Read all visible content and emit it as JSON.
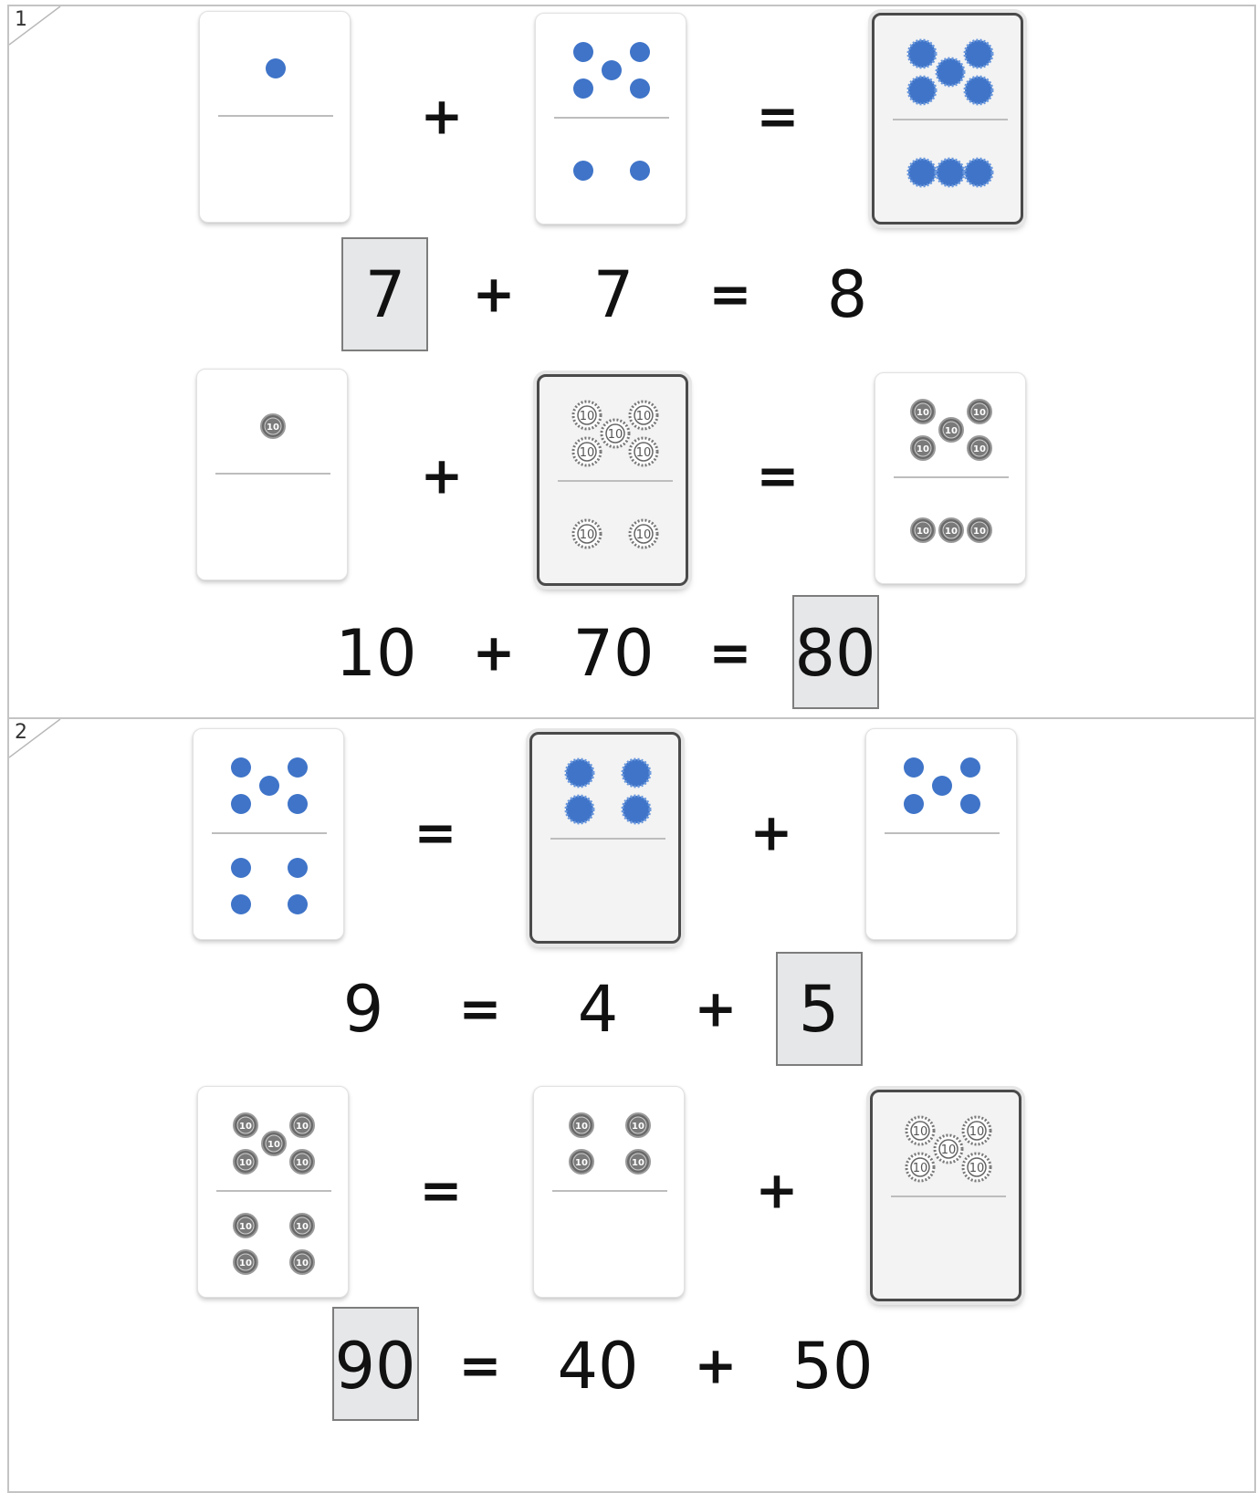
{
  "problems": [
    {
      "number": "1",
      "row1": {
        "a": "7",
        "op": "+",
        "b": "7",
        "eq": "=",
        "c": "8"
      },
      "row2": {
        "a": "10",
        "op": "+",
        "b": "70",
        "eq": "=",
        "c": "80"
      }
    },
    {
      "number": "2",
      "row1": {
        "a": "9",
        "eq": "=",
        "b": "4",
        "op": "+",
        "c": "5"
      },
      "row2": {
        "a": "90",
        "eq": "=",
        "b": "40",
        "op": "+",
        "c": "50"
      }
    }
  ],
  "chip_label": "10",
  "colors": {
    "dot": "#3f74c8",
    "chip": "#6a6a6a",
    "answer_box": "#e6e7e8"
  }
}
